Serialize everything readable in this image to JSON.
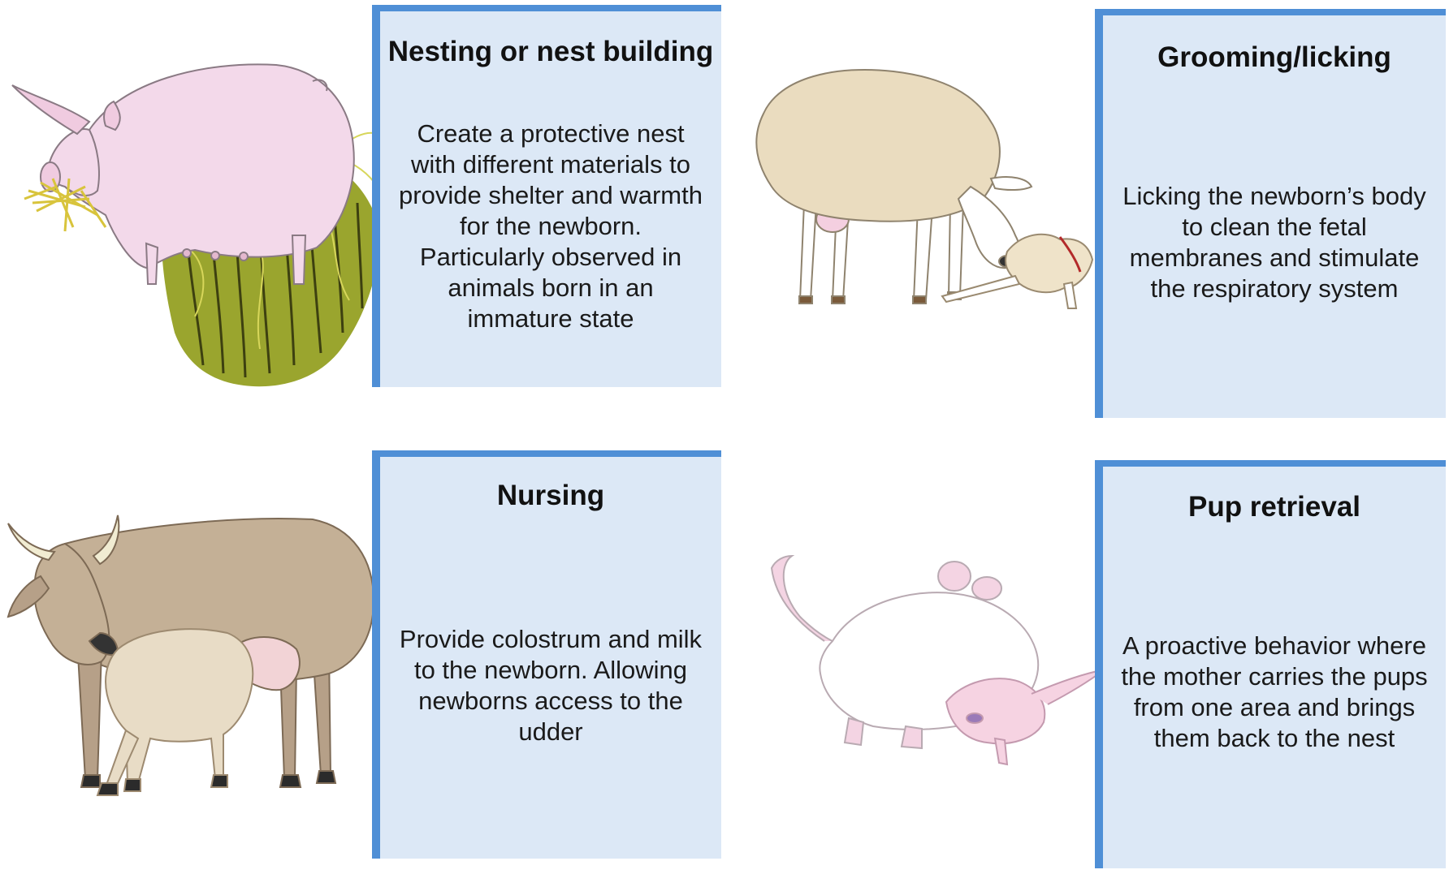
{
  "panels": {
    "nesting": {
      "title": "Nesting or nest building",
      "lines": [
        "Create a protective nest",
        "with different materials to",
        "provide shelter and warmth",
        "for the newborn.",
        "Particularly observed in",
        "animals born in an",
        "immature state"
      ]
    },
    "grooming": {
      "title": "Grooming/licking",
      "lines": [
        "Licking the newborn’s body",
        "to clean the fetal",
        "membranes and stimulate",
        "the respiratory system"
      ]
    },
    "nursing": {
      "title": "Nursing",
      "lines": [
        "Provide colostrum and milk",
        "to the newborn. Allowing",
        "newborns access to the",
        "udder"
      ]
    },
    "pup": {
      "title": "Pup retrieval",
      "lines": [
        "A proactive behavior where",
        "the mother carries the pups",
        "from one area and brings",
        "them back to the nest"
      ]
    }
  },
  "colors": {
    "panel_fill": "#dce8f6",
    "panel_border": "#4f8fd6",
    "pig": "#f3d9ea",
    "grass": "#8a9a2a",
    "sheep_wool": "#eadcbf",
    "cow": "#c4b096",
    "calf": "#e8dcc6",
    "rat": "#ffffff",
    "pup": "#f6d3e2"
  },
  "icons": [
    "pig-illustration",
    "sheep-lamb-illustration",
    "cow-calf-illustration",
    "rat-pup-illustration"
  ]
}
